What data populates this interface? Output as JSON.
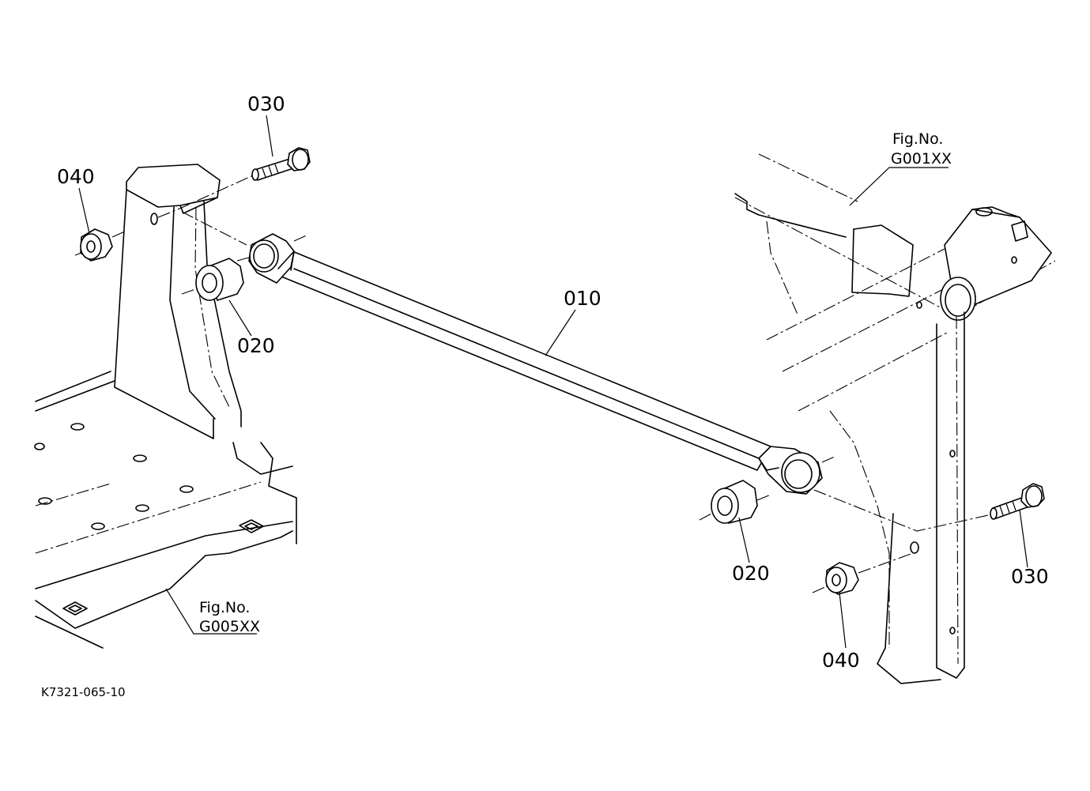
{
  "callouts": {
    "link_bar": "010",
    "bushing_left": "020",
    "bushing_right": "020",
    "bolt_left": "030",
    "bolt_right": "030",
    "nut_left": "040",
    "nut_right": "040"
  },
  "figure_refs": {
    "frame": {
      "caption": "Fig.No.",
      "number": "G001XX"
    },
    "floor": {
      "caption": "Fig.No.",
      "number": "G005XX"
    }
  },
  "drawing_code": "K7321-065-10"
}
